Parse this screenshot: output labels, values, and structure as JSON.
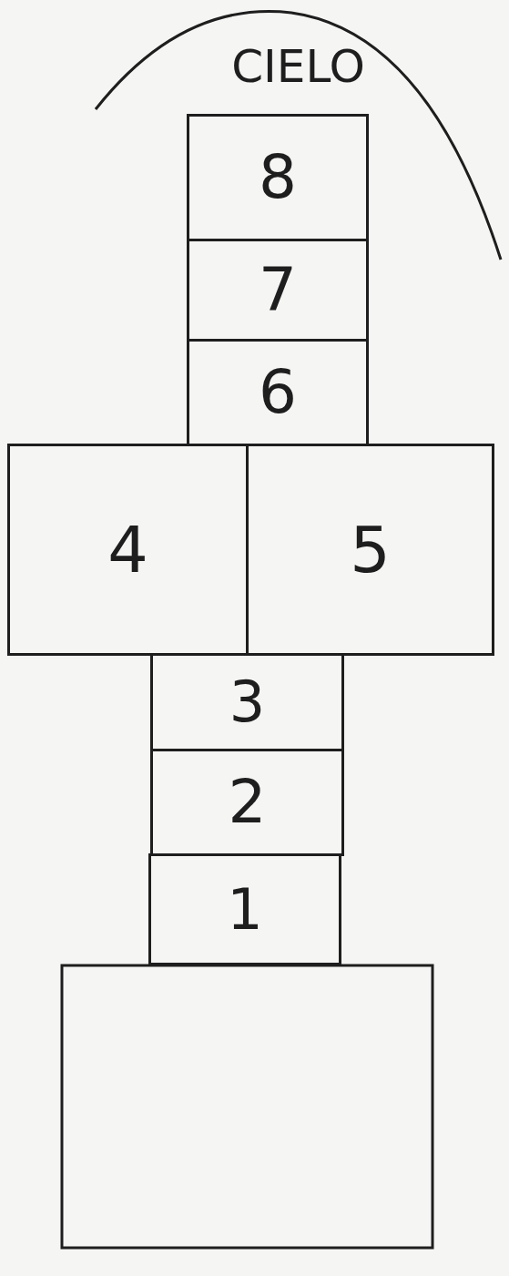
{
  "diagram": {
    "nodes": [
      {
        "text": [
          "CIELO"
        ]
      },
      {
        "text": [
          "8"
        ]
      },
      {
        "text": [
          "7"
        ]
      },
      {
        "text": [
          "6"
        ]
      },
      {
        "text": [
          "4"
        ]
      },
      {
        "text": [
          "5"
        ]
      },
      {
        "text": [
          "3"
        ]
      },
      {
        "text": [
          "2"
        ]
      },
      {
        "text": [
          "1"
        ]
      }
    ]
  }
}
